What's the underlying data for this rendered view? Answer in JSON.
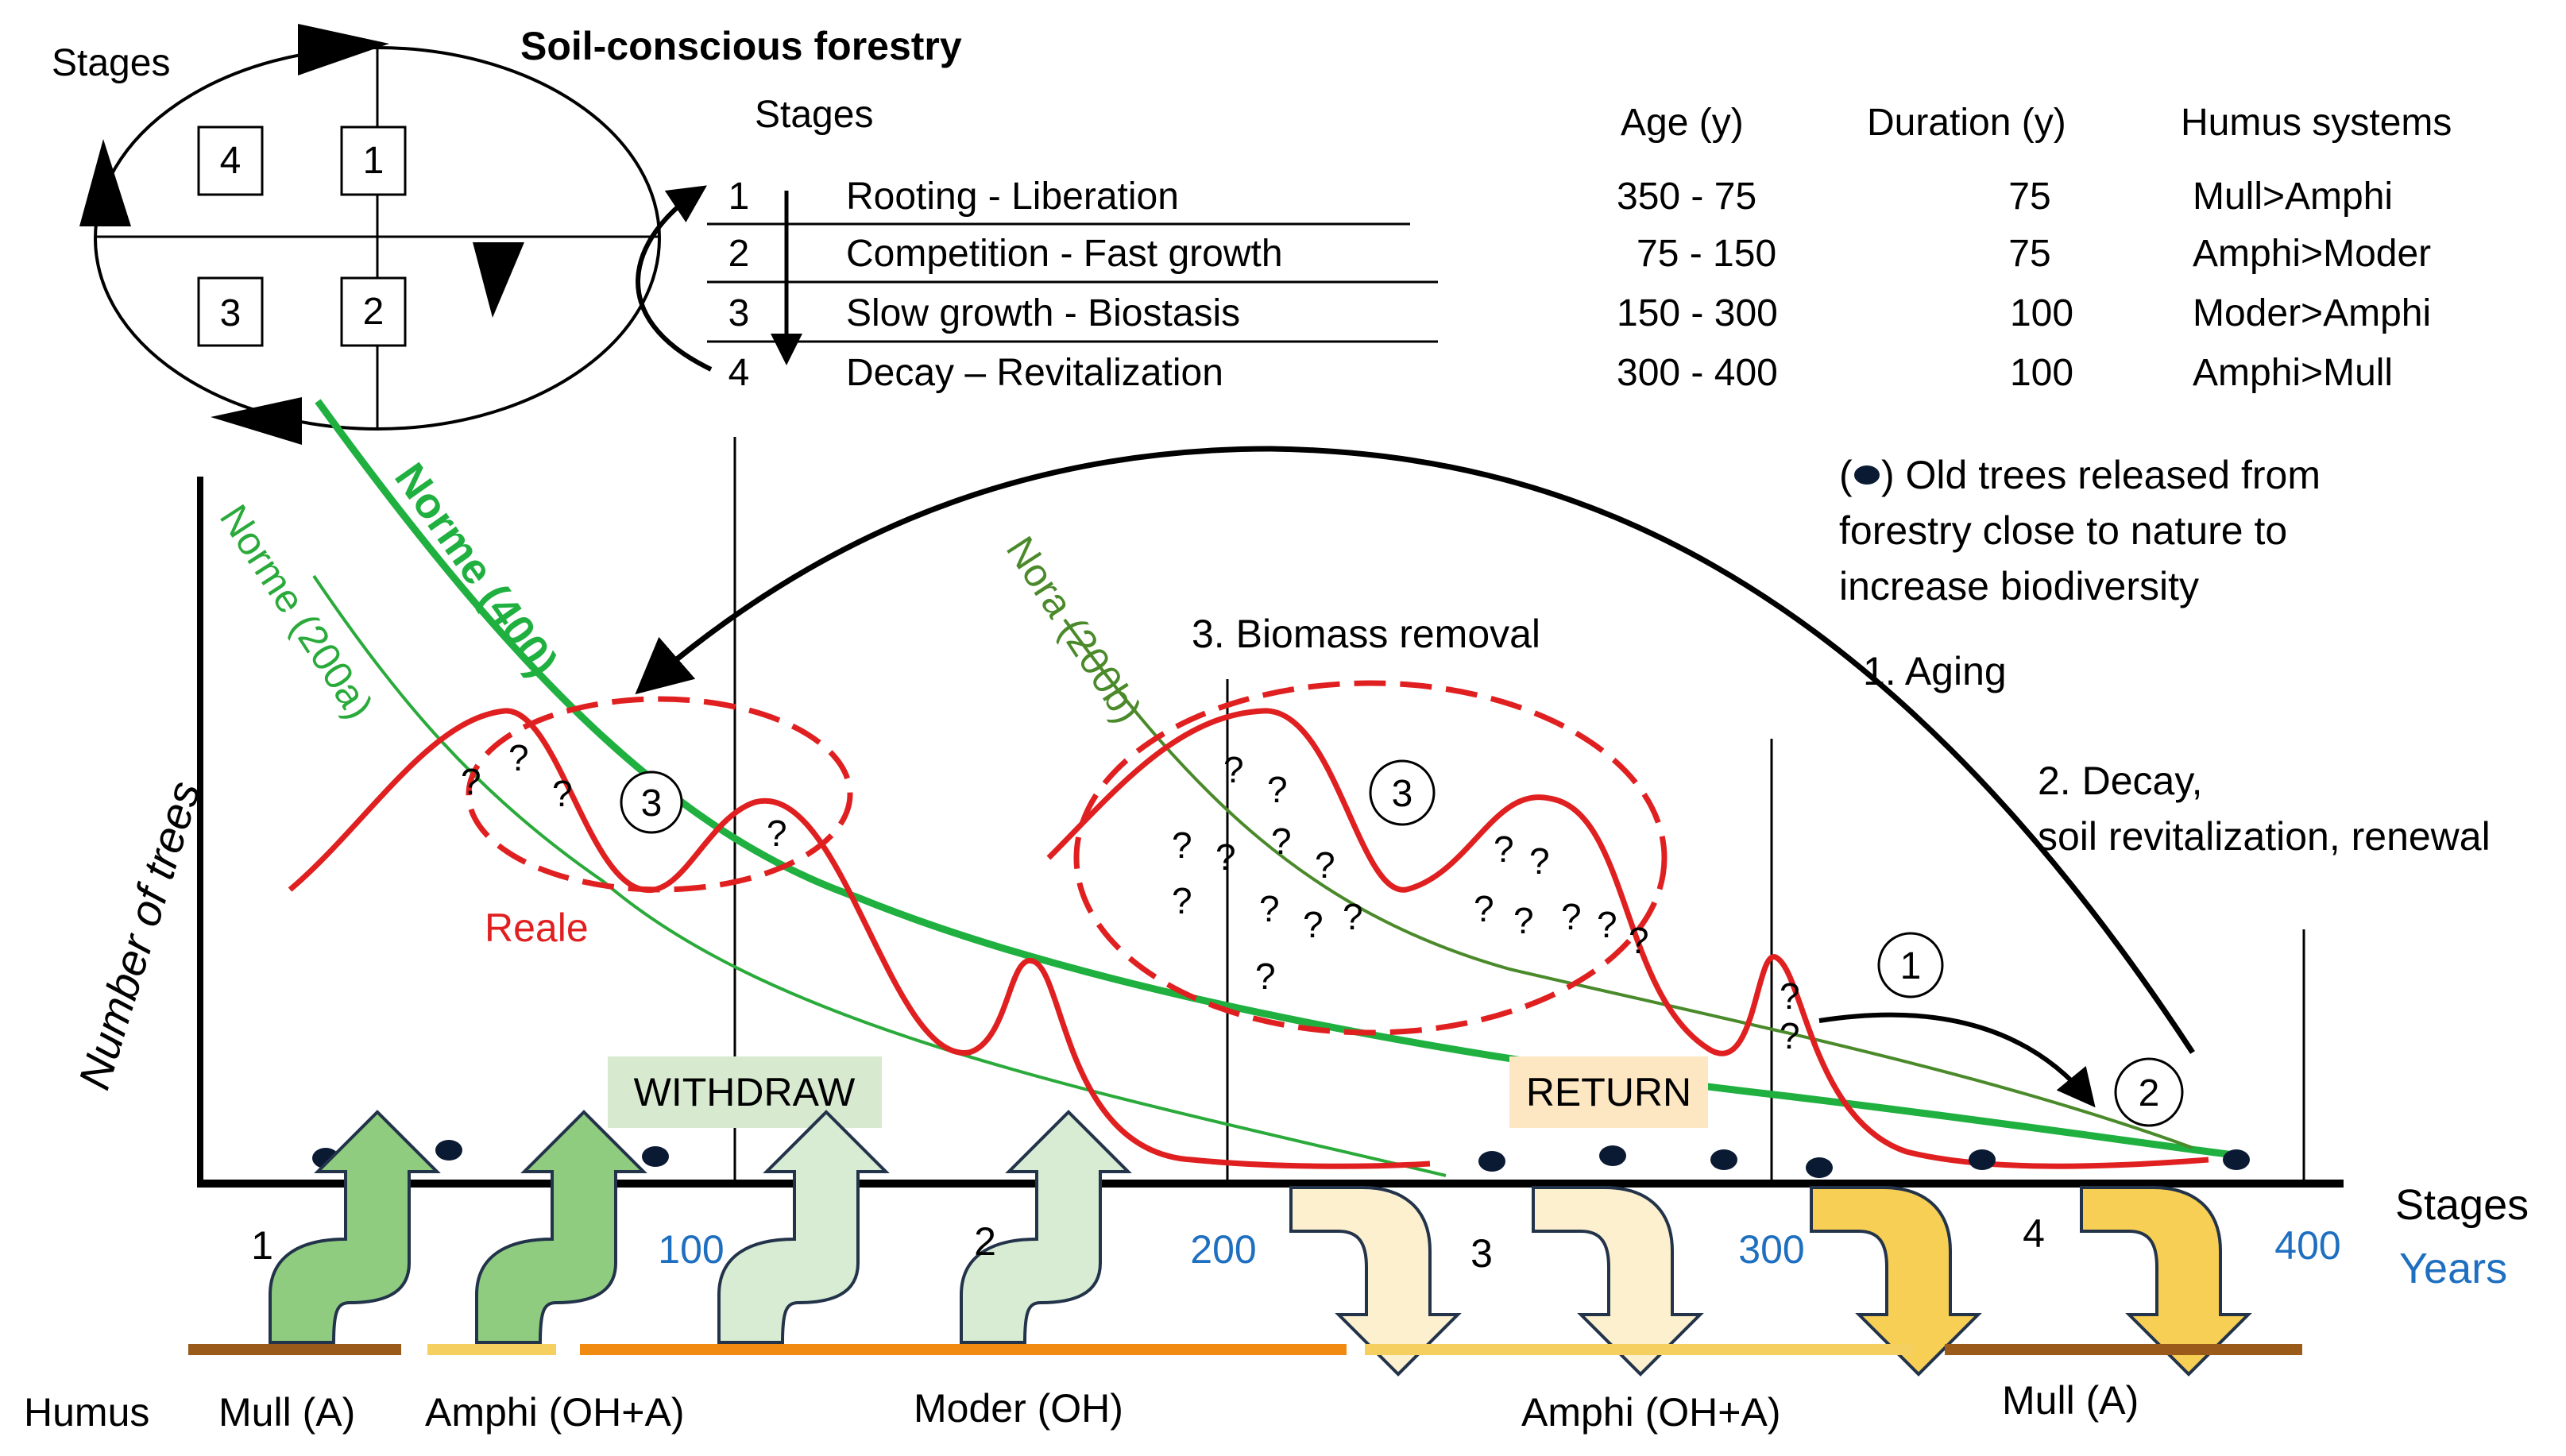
{
  "title": "Soil-conscious forestry",
  "cycle": {
    "label": "Stages",
    "quadrants": [
      "1",
      "2",
      "3",
      "4"
    ]
  },
  "stage_table": {
    "headers": {
      "stages": "Stages",
      "age": "Age (y)",
      "duration": "Duration (y)",
      "humus": "Humus systems"
    },
    "rows": [
      {
        "num": "1",
        "name": "Rooting - Liberation",
        "age": "350 - 75",
        "duration": "75",
        "humus": "Mull>Amphi"
      },
      {
        "num": "2",
        "name": "Competition - Fast growth",
        "age": "75 - 150",
        "duration": "75",
        "humus": "Amphi>Moder"
      },
      {
        "num": "3",
        "name": "Slow growth - Biostasis",
        "age": "150 - 300",
        "duration": "100",
        "humus": "Moder>Amphi"
      },
      {
        "num": "4",
        "name": "Decay – Revitalization",
        "age": "300 - 400",
        "duration": "100",
        "humus": "Amphi>Mull"
      }
    ]
  },
  "legend_note": {
    "paren_open": "(",
    "lines": [
      ") Old trees released from",
      "forestry close to nature to",
      "increase biodiversity"
    ]
  },
  "annotations": {
    "aging": "1. Aging",
    "decay_l1": "2. Decay,",
    "decay_l2": "soil revitalization, renewal",
    "biomass": "3. Biomass removal",
    "circle_1": "1",
    "circle_2": "2",
    "circle_3a": "3",
    "circle_3b": "3",
    "question": "?"
  },
  "curves": {
    "norme400": "Norme (400)",
    "norme200a": "Norme (200a)",
    "nora200b": "Nora (200b)",
    "reale": "Reale"
  },
  "boxes": {
    "withdraw": "WITHDRAW",
    "return": "RETURN"
  },
  "axes": {
    "ylabel": "Number of trees",
    "x_stages_label": "Stages",
    "x_years_label": "Years",
    "stage_ticks": [
      "1",
      "2",
      "3",
      "4"
    ],
    "year_ticks": [
      "100",
      "200",
      "300",
      "400"
    ]
  },
  "humus": {
    "label": "Humus",
    "segments": [
      "Mull (A)",
      "Amphi (OH+A)",
      "Moder (OH)",
      "Amphi (OH+A)",
      "Mull (A)"
    ]
  },
  "colors": {
    "red": "#e02020",
    "green_dark": "#1fb040",
    "green_light": "#2aaa3a",
    "green_olive": "#4a8a2a",
    "blue_year": "#1f6fc0",
    "mull": "#9a5a1a",
    "amphi": "#f5d060",
    "moder": "#f08a10"
  }
}
